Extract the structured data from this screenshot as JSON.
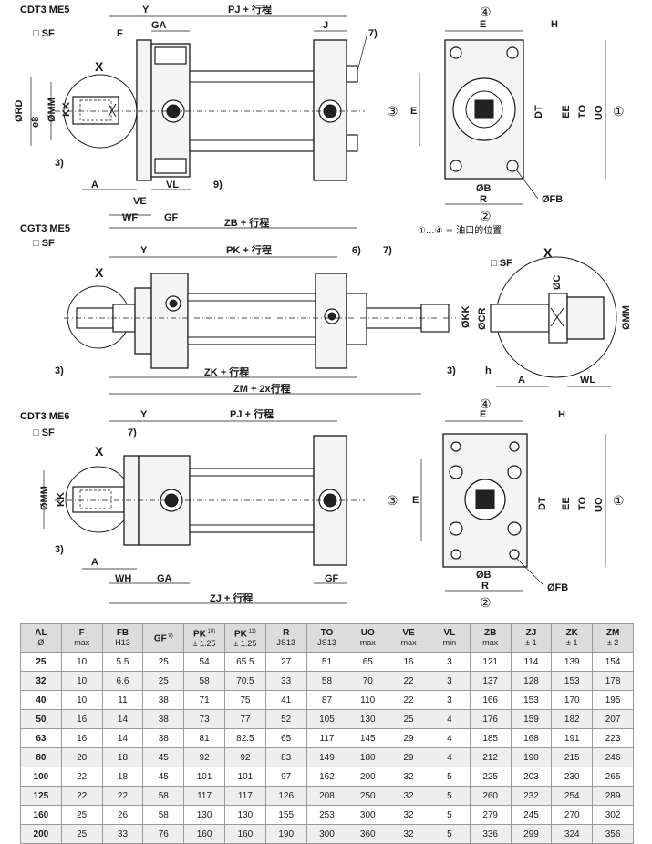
{
  "views": {
    "top_title": "CDT3 ME5",
    "mid_title": "CGT3 ME5",
    "bot_title": "CDT3 ME6",
    "position_note": "①...④ = 油口的位置",
    "labels": {
      "y": "Y",
      "pj_stroke": "PJ + 行程",
      "j": "J",
      "f": "F",
      "ga": "GA",
      "sf": "□ SF",
      "x": "X",
      "rd": "ØRD",
      "rd_tol": "e8",
      "mm": "ØMM",
      "kk": "KK",
      "a": "A",
      "ve": "VE",
      "vl": "VL",
      "wf": "WF",
      "gf": "GF",
      "zb_stroke": "ZB + 行程",
      "n3": "3)",
      "n7": "7)",
      "n9": "9)",
      "n6": "6)",
      "pk_stroke": "PK + 行程",
      "zk_stroke": "ZK + 行程",
      "zm_stroke": "ZM + 2x行程",
      "cr": "ØCR",
      "kk2": "ØKK",
      "c": "ØC",
      "h": "h",
      "wl": "WL",
      "wh": "WH",
      "zj_stroke": "ZJ + 行程",
      "e": "E",
      "hh": "H",
      "dt": "DT",
      "ee": "EE",
      "to": "TO",
      "uo": "UO",
      "b": "ØB",
      "r": "R",
      "fb": "ØFB",
      "p1": "①",
      "p2": "②",
      "p3": "③",
      "p4": "④"
    }
  },
  "table": {
    "headers": [
      {
        "name": "AL",
        "sub": "Ø",
        "sup": ""
      },
      {
        "name": "F",
        "sub": "max",
        "sup": ""
      },
      {
        "name": "FB",
        "sub": "H13",
        "sup": ""
      },
      {
        "name": "GF",
        "sub": "",
        "sup": "9)"
      },
      {
        "name": "PK",
        "sub": "± 1.25",
        "sup": "10)"
      },
      {
        "name": "PK",
        "sub": "± 1.25",
        "sup": "11)"
      },
      {
        "name": "R",
        "sub": "JS13",
        "sup": ""
      },
      {
        "name": "TO",
        "sub": "JS13",
        "sup": ""
      },
      {
        "name": "UO",
        "sub": "max",
        "sup": ""
      },
      {
        "name": "VE",
        "sub": "max",
        "sup": ""
      },
      {
        "name": "VL",
        "sub": "min",
        "sup": ""
      },
      {
        "name": "ZB",
        "sub": "max",
        "sup": ""
      },
      {
        "name": "ZJ",
        "sub": "± 1",
        "sup": ""
      },
      {
        "name": "ZK",
        "sub": "± 1",
        "sup": ""
      },
      {
        "name": "ZM",
        "sub": "± 2",
        "sup": ""
      }
    ],
    "rows": [
      [
        "25",
        "10",
        "5.5",
        "25",
        "54",
        "65.5",
        "27",
        "51",
        "65",
        "16",
        "3",
        "121",
        "114",
        "139",
        "154"
      ],
      [
        "32",
        "10",
        "6.6",
        "25",
        "58",
        "70.5",
        "33",
        "58",
        "70",
        "22",
        "3",
        "137",
        "128",
        "153",
        "178"
      ],
      [
        "40",
        "10",
        "11",
        "38",
        "71",
        "75",
        "41",
        "87",
        "110",
        "22",
        "3",
        "166",
        "153",
        "170",
        "195"
      ],
      [
        "50",
        "16",
        "14",
        "38",
        "73",
        "77",
        "52",
        "105",
        "130",
        "25",
        "4",
        "176",
        "159",
        "182",
        "207"
      ],
      [
        "63",
        "16",
        "14",
        "38",
        "81",
        "82.5",
        "65",
        "117",
        "145",
        "29",
        "4",
        "185",
        "168",
        "191",
        "223"
      ],
      [
        "80",
        "20",
        "18",
        "45",
        "92",
        "92",
        "83",
        "149",
        "180",
        "29",
        "4",
        "212",
        "190",
        "215",
        "246"
      ],
      [
        "100",
        "22",
        "18",
        "45",
        "101",
        "101",
        "97",
        "162",
        "200",
        "32",
        "5",
        "225",
        "203",
        "230",
        "265"
      ],
      [
        "125",
        "22",
        "22",
        "58",
        "117",
        "117",
        "126",
        "208",
        "250",
        "32",
        "5",
        "260",
        "232",
        "254",
        "289"
      ],
      [
        "160",
        "25",
        "26",
        "58",
        "130",
        "130",
        "155",
        "253",
        "300",
        "32",
        "5",
        "279",
        "245",
        "270",
        "302"
      ],
      [
        "200",
        "25",
        "33",
        "76",
        "160",
        "160",
        "190",
        "300",
        "360",
        "32",
        "5",
        "336",
        "299",
        "324",
        "356"
      ]
    ]
  }
}
